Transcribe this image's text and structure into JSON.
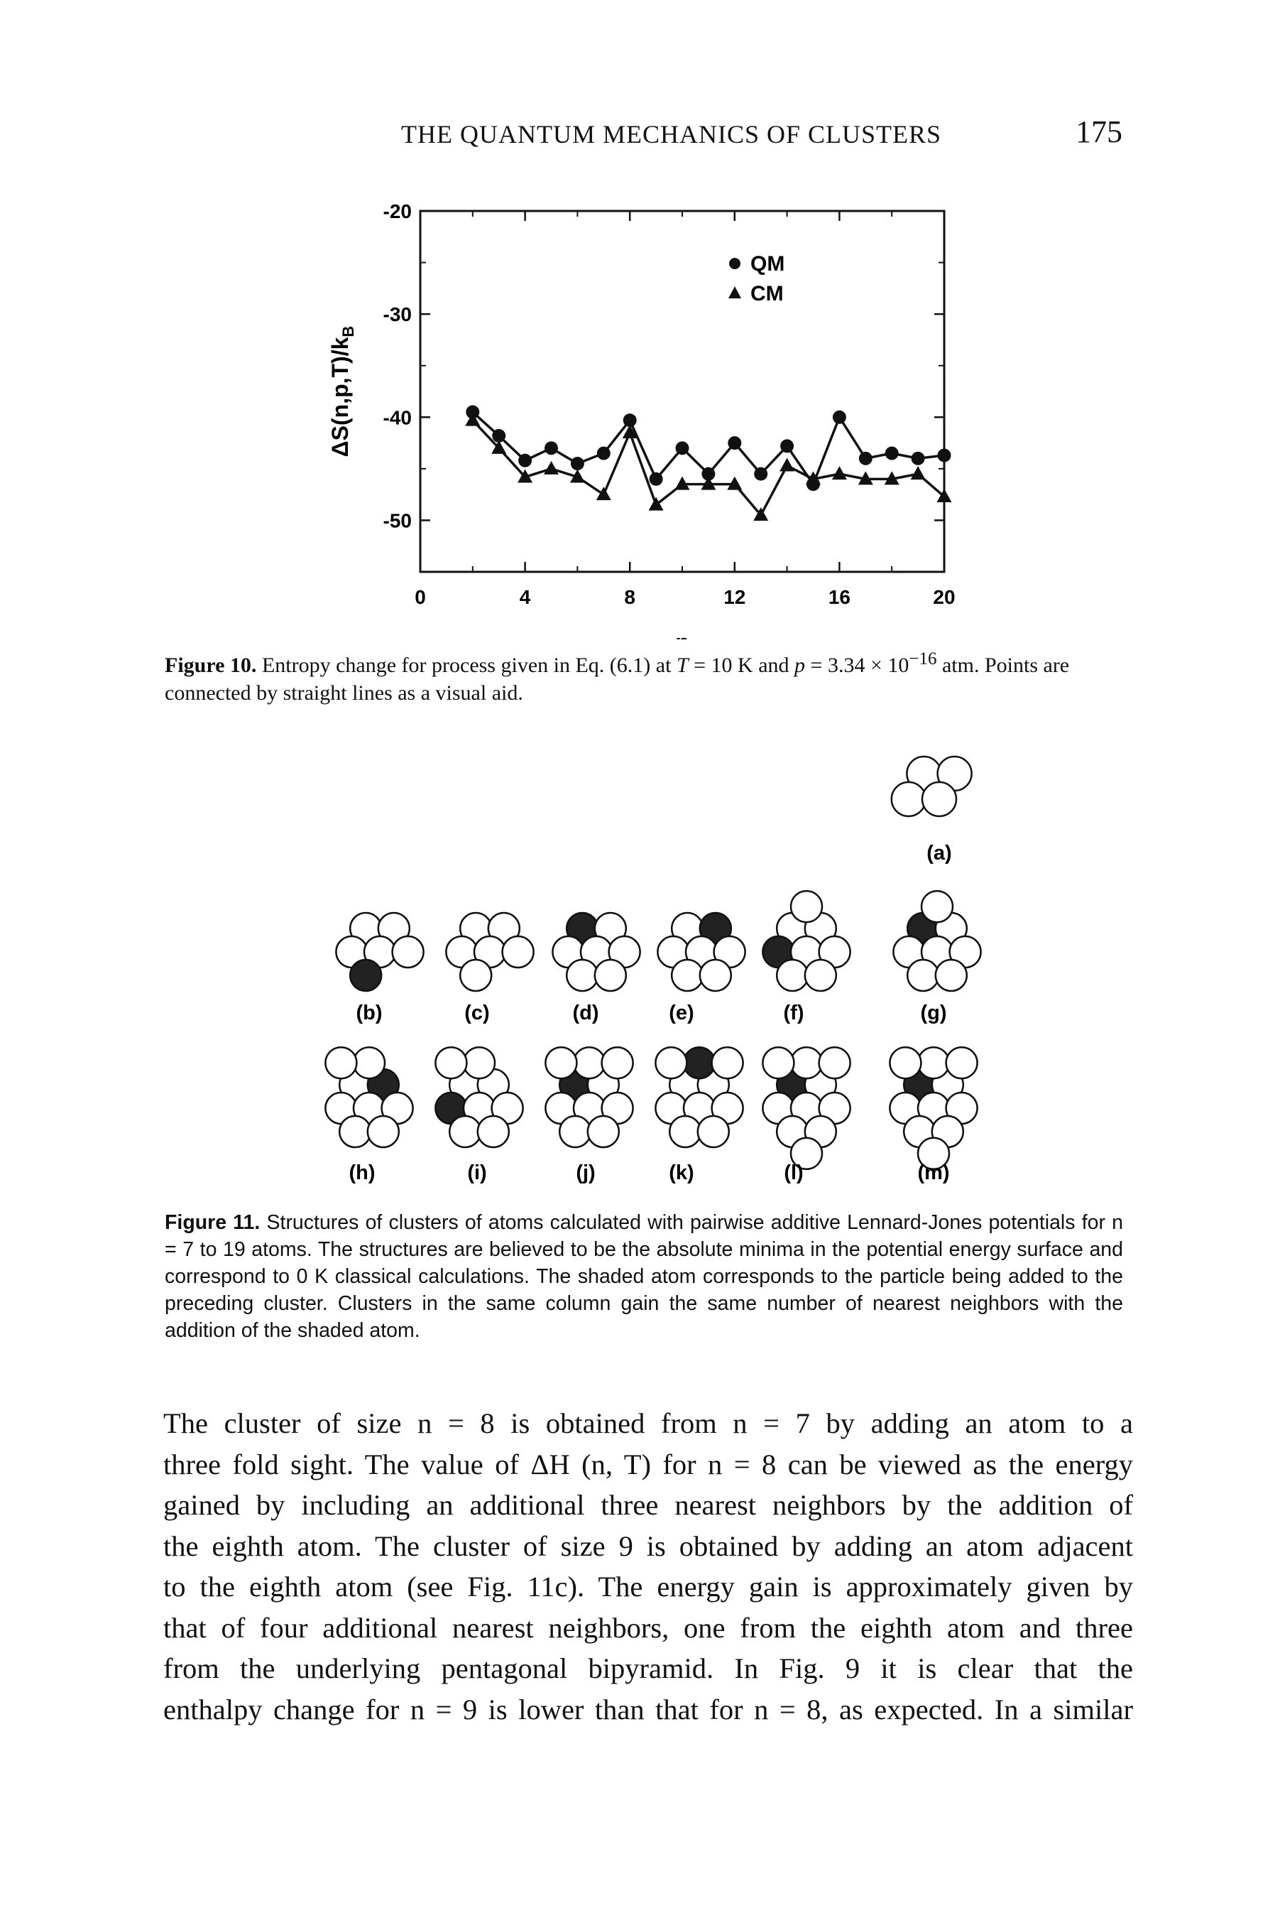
{
  "header": {
    "running_head": "THE QUANTUM MECHANICS OF CLUSTERS",
    "page_number": "175"
  },
  "chart_data": {
    "type": "line",
    "xlabel": "n",
    "ylabel": "ΔS(n,p,T)/k",
    "ylabel_sub": "B",
    "xlim": [
      0,
      20
    ],
    "ylim": [
      -55,
      -20
    ],
    "xticks": [
      0,
      4,
      8,
      12,
      16,
      20
    ],
    "yticks": [
      -20,
      -30,
      -40,
      -50
    ],
    "legend_position": "top-right",
    "series": [
      {
        "name": "QM",
        "marker": "circle",
        "x": [
          2,
          3,
          4,
          5,
          6,
          7,
          8,
          9,
          10,
          11,
          12,
          13,
          14,
          15,
          16,
          17,
          18,
          19,
          20
        ],
        "values": [
          -39.5,
          -41.8,
          -44.2,
          -43.0,
          -44.5,
          -43.5,
          -40.3,
          -46.0,
          -43.0,
          -45.5,
          -42.5,
          -45.5,
          -42.8,
          -46.5,
          -40.0,
          -44.0,
          -43.5,
          -44.0,
          -43.7
        ]
      },
      {
        "name": "CM",
        "marker": "triangle",
        "x": [
          2,
          3,
          4,
          5,
          6,
          7,
          8,
          9,
          10,
          11,
          12,
          13,
          14,
          15,
          16,
          17,
          18,
          19,
          20
        ],
        "values": [
          -40.3,
          -43.0,
          -45.8,
          -45.0,
          -45.8,
          -47.5,
          -41.5,
          -48.5,
          -46.5,
          -46.5,
          -46.5,
          -49.5,
          -44.7,
          -46.0,
          -45.5,
          -46.0,
          -46.0,
          -45.5,
          -47.7
        ]
      }
    ]
  },
  "fig10": {
    "label": "Figure 10.",
    "caption_pre": "Entropy change for process given in Eq. (6.1) at ",
    "caption_mid1": "T",
    "caption_mid2": " = 10 K and ",
    "caption_mid3": "p",
    "caption_mid4": " = 3.34 × 10",
    "caption_sup": "−16",
    "caption_post": " atm. Points are connected by straight lines as a visual aid."
  },
  "fig11": {
    "panel_labels": [
      "(a)",
      "(b)",
      "(c)",
      "(d)",
      "(e)",
      "(f)",
      "(g)",
      "(h)",
      "(i)",
      "(j)",
      "(k)",
      "(l)",
      "(m)"
    ],
    "label": "Figure 11.",
    "caption_text": "Structures of clusters of atoms calculated with pairwise additive Lennard-Jones potentials for n = 7 to 19 atoms. The structures are believed to be the absolute minima in the potential energy surface and correspond to 0 K classical calculations. The shaded atom corresponds to the particle being added to the preceding cluster. Clusters in the same column gain the same number of nearest neighbors with the addition of the shaded atom."
  },
  "body": {
    "lines": [
      "The cluster of size n = 8 is obtained from n = 7 by adding an atom to a",
      "three fold sight. The value of ΔH (n, T) for n = 8 can be viewed as the energy",
      "gained by including an additional three nearest neighbors by the addition of",
      "the eighth atom. The cluster of size 9 is obtained by adding an atom adjacent",
      "to the eighth atom (see Fig. 11c). The energy gain is approximately given by",
      "that of four additional nearest neighbors, one from the eighth atom and three",
      "from the underlying pentagonal bipyramid. In Fig. 9 it is clear that the",
      "enthalpy change for n = 9 is lower than that for n = 8, as expected. In a similar"
    ]
  }
}
